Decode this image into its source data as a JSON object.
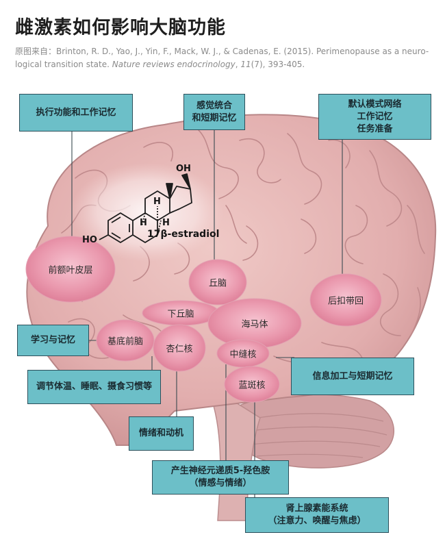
{
  "title": "雌激素如何影响大脑功能",
  "citation": {
    "prefix": "原图来自：",
    "authors": "Brinton, R. D., Yao, J., Yin, F., Mack, W. J., & Cadenas, E. (2015). Perimenopause as a neuro-logical transition state. ",
    "journal": "Nature reviews endocrinology",
    "volume_sep": ", ",
    "volume": "11",
    "rest": "(7), 393-405."
  },
  "molecule": {
    "name": "17β-estradiol",
    "oh_top": "OH",
    "ho_left": "HO",
    "h1": "H",
    "h2": "H",
    "h3": "H"
  },
  "regions": {
    "prefrontal": "前额叶皮层",
    "thalamus": "丘脑",
    "hypothalamus": "下丘脑",
    "hippocampus": "海马体",
    "cingulate": "后扣带回",
    "basal_forebrain": "基底前脑",
    "amygdala": "杏仁核",
    "raphe": "中缝核",
    "locus_coeruleus": "蓝斑核"
  },
  "functions": {
    "executive": "执行功能和工作记忆",
    "sensory": [
      "感觉统合",
      "和短期记忆"
    ],
    "default_mode": [
      "默认模式网络",
      "工作记忆",
      "任务准备"
    ],
    "learning": "学习与记忆",
    "regulation": "调节体温、睡眠、摄食习惯等",
    "emotion": "情绪和动机",
    "serotonin": [
      "产生神经元递质5-羟色胺",
      "（情感与情绪）"
    ],
    "adrenergic": [
      "肾上腺素能系统",
      "（注意力、唤醒与焦虑）"
    ],
    "processing": "信息加工与短期记忆"
  },
  "colors": {
    "brain": "#e5b4b4",
    "region": "#e5899f",
    "box": "#6cbfc8"
  }
}
